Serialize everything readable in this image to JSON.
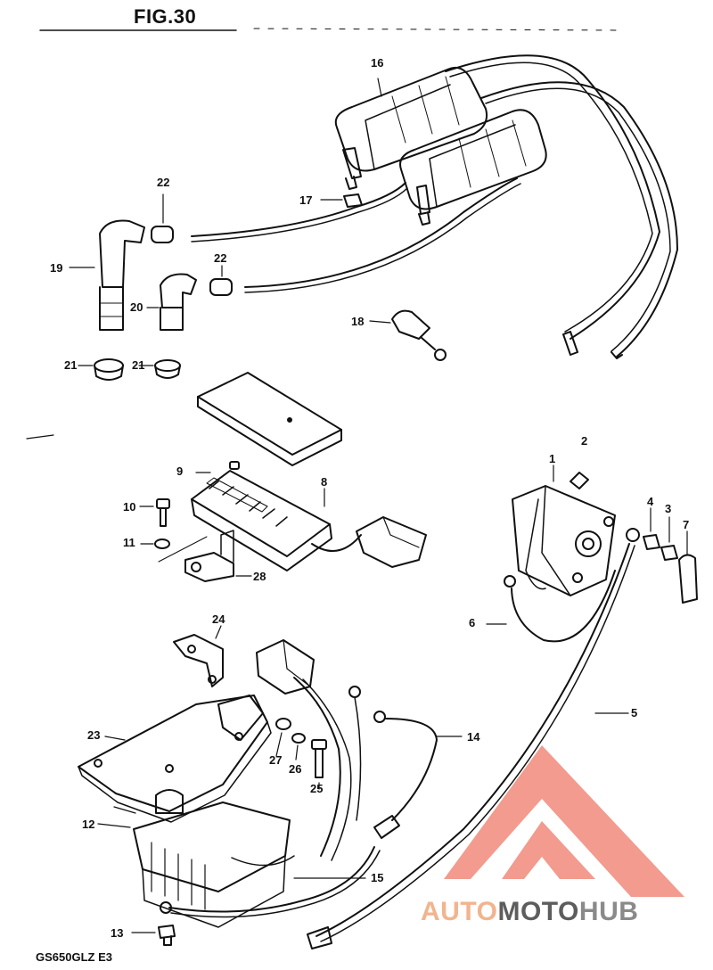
{
  "figure": {
    "title": "FIG.30",
    "model_code": "GS650GLZ E3"
  },
  "callouts": [
    {
      "id": "c1",
      "text": "1"
    },
    {
      "id": "c2",
      "text": "2"
    },
    {
      "id": "c3",
      "text": "3"
    },
    {
      "id": "c4",
      "text": "4"
    },
    {
      "id": "c5",
      "text": "5"
    },
    {
      "id": "c6",
      "text": "6"
    },
    {
      "id": "c7",
      "text": "7"
    },
    {
      "id": "c8",
      "text": "8"
    },
    {
      "id": "c9",
      "text": "9"
    },
    {
      "id": "c10",
      "text": "10"
    },
    {
      "id": "c11",
      "text": "11"
    },
    {
      "id": "c12",
      "text": "12"
    },
    {
      "id": "c13",
      "text": "13"
    },
    {
      "id": "c14",
      "text": "14"
    },
    {
      "id": "c15",
      "text": "15"
    },
    {
      "id": "c16",
      "text": "16"
    },
    {
      "id": "c17",
      "text": "17"
    },
    {
      "id": "c18",
      "text": "18"
    },
    {
      "id": "c19",
      "text": "19"
    },
    {
      "id": "c20",
      "text": "20"
    },
    {
      "id": "c21a",
      "text": "21"
    },
    {
      "id": "c21b",
      "text": "21"
    },
    {
      "id": "c22a",
      "text": "22"
    },
    {
      "id": "c22b",
      "text": "22"
    },
    {
      "id": "c23",
      "text": "23"
    },
    {
      "id": "c24",
      "text": "24"
    },
    {
      "id": "c25",
      "text": "25"
    },
    {
      "id": "c26",
      "text": "26"
    },
    {
      "id": "c27",
      "text": "27"
    },
    {
      "id": "c28",
      "text": "28"
    }
  ],
  "watermark": {
    "part1": "AUTO",
    "part2": "MOTO",
    "part3": "HUB",
    "colors": {
      "triangle": "#f08a7a",
      "auto": "#f2b48e",
      "moto": "#5d5d5d",
      "hub": "#8a8a8a"
    }
  }
}
